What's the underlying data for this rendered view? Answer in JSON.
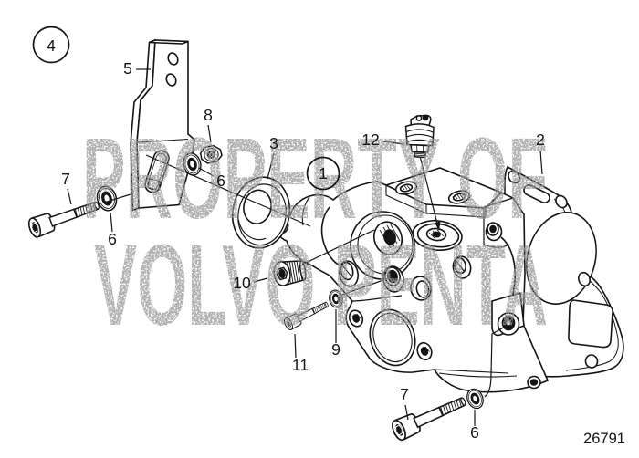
{
  "figure": {
    "drawing_number": "26791",
    "watermark": {
      "line1": "PROPERTY OF",
      "line2": "VOLVO PENTA"
    },
    "callouts": {
      "c1": "1",
      "c2": "2",
      "c3": "3",
      "c4": "4",
      "c5": "5",
      "c6a": "6",
      "c6b": "6",
      "c6c": "6",
      "c7a": "7",
      "c7b": "7",
      "c8": "8",
      "c9": "9",
      "c10": "10",
      "c11": "11",
      "c12": "12"
    },
    "colors": {
      "ink": "#141414",
      "paper": "#ffffff",
      "watermark": "#9a9a9a"
    }
  }
}
